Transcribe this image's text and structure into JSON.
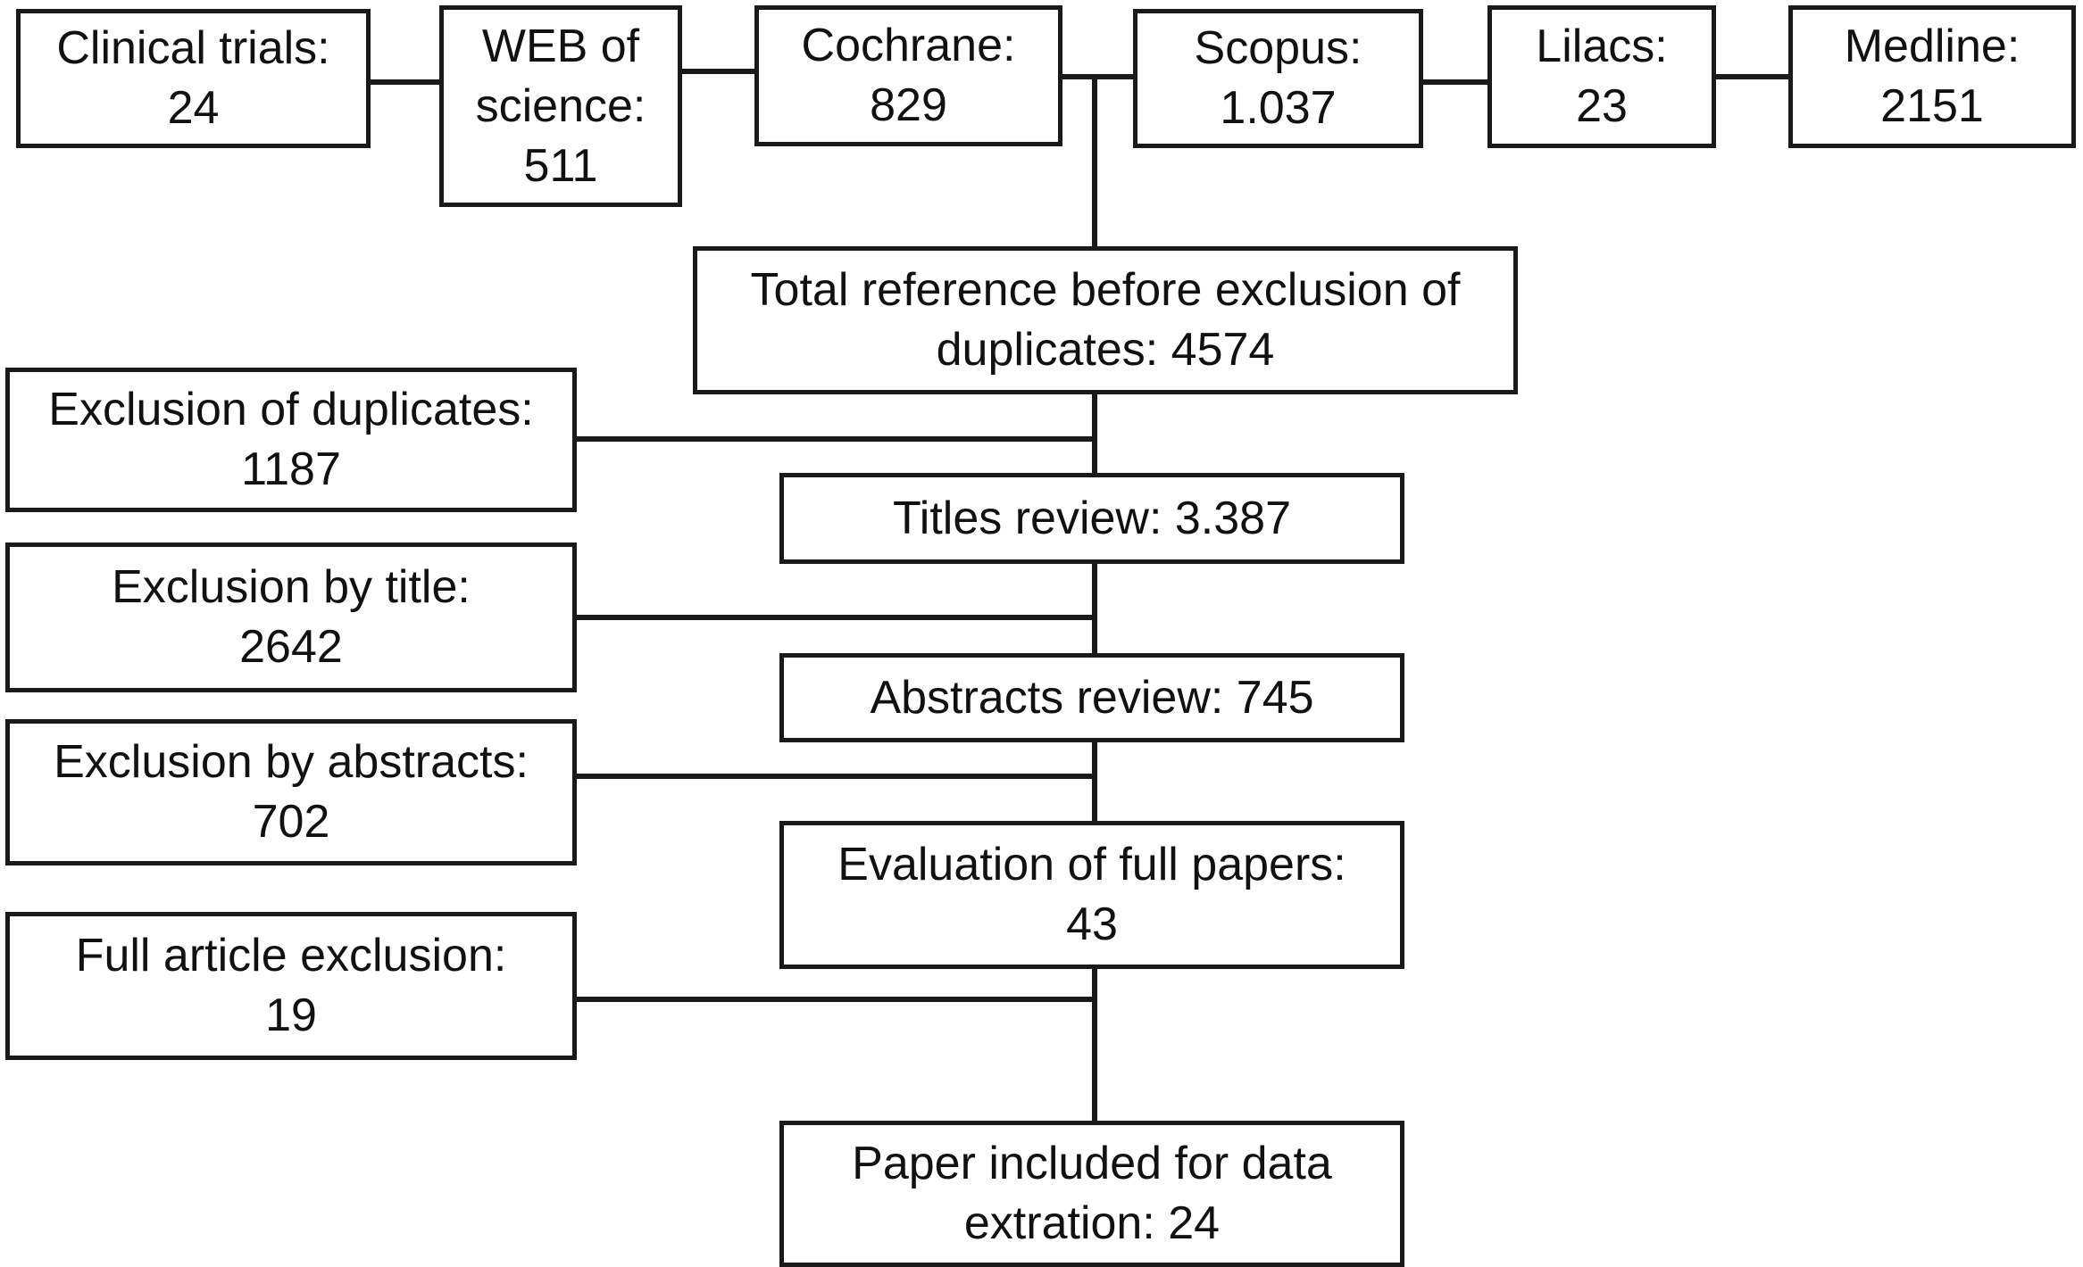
{
  "sources": [
    {
      "label": "Clinical trials:\n24"
    },
    {
      "label": "WEB of\nscience:\n511"
    },
    {
      "label": "Cochrane:\n829"
    },
    {
      "label": "Scopus:\n1.037"
    },
    {
      "label": "Lilacs:\n23"
    },
    {
      "label": "Medline:\n2151"
    }
  ],
  "flow": {
    "total": "Total reference before exclusion of\nduplicates: 4574",
    "titles_review": "Titles review: 3.387",
    "abstracts_review": "Abstracts review: 745",
    "full_papers": "Evaluation of full papers:\n43",
    "included": "Paper included for data\nextration: 24"
  },
  "exclusions": {
    "duplicates": "Exclusion of duplicates:\n1187",
    "by_title": "Exclusion by title:\n2642",
    "by_abstracts": "Exclusion by abstracts:\n702",
    "full_article": "Full article exclusion:\n19"
  }
}
